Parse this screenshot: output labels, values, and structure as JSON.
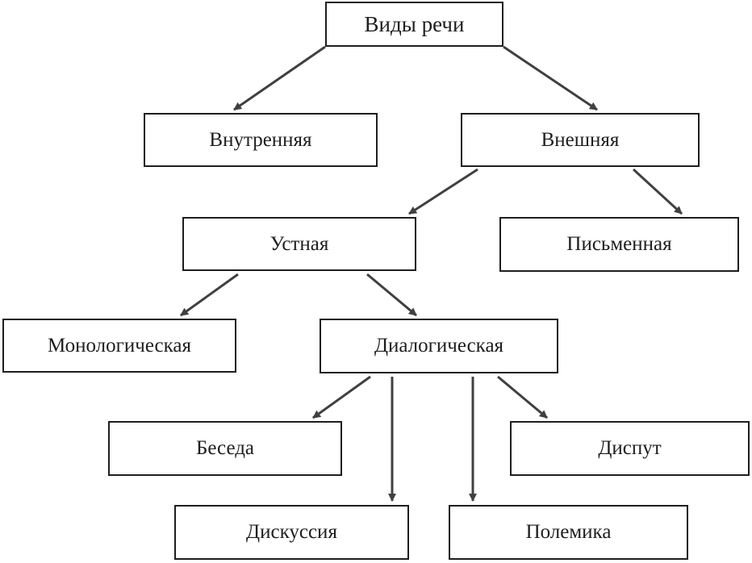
{
  "diagram": {
    "type": "tree",
    "colors": {
      "box_border": "#1e1e1e",
      "arrow": "#404040",
      "text": "#1e1e1e",
      "background": "#ffffff"
    },
    "nodes": {
      "root": "Виды речи",
      "inner": "Внутренняя",
      "outer": "Внешняя",
      "oral": "Устная",
      "written": "Письменная",
      "monologic": "Монологическая",
      "dialogic": "Диалогическая",
      "conversation": "Беседа",
      "dispute": "Диспут",
      "discussion": "Дискуссия",
      "polemic": "Полемика"
    },
    "edges": [
      [
        "root",
        "inner"
      ],
      [
        "root",
        "outer"
      ],
      [
        "outer",
        "oral"
      ],
      [
        "outer",
        "written"
      ],
      [
        "oral",
        "monologic"
      ],
      [
        "oral",
        "dialogic"
      ],
      [
        "dialogic",
        "conversation"
      ],
      [
        "dialogic",
        "discussion"
      ],
      [
        "dialogic",
        "polemic"
      ],
      [
        "dialogic",
        "dispute"
      ]
    ]
  }
}
